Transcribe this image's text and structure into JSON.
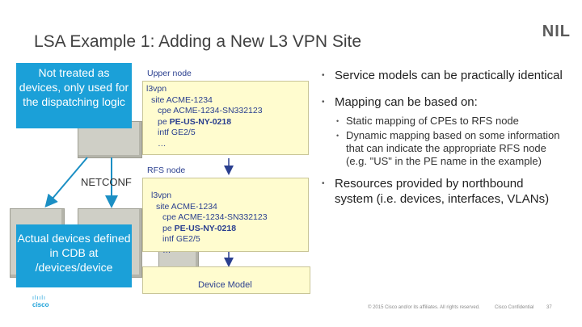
{
  "slide": {
    "title": "LSA Example 1: Adding a New L3 VPN Site",
    "logo": "NIL",
    "callout_top": "Not treated as devices, only used for the dispatching logic",
    "netconf_label": "NETCONF",
    "callout_bottom": "Actual devices defined in CDB at /devices/device",
    "upper_node": {
      "label": "Upper node",
      "lines": [
        "l3vpn",
        "site ACME-1234",
        "cpe ACME-1234-SN332123",
        "pe ",
        "PE-US-NY-0218",
        "intf GE2/5",
        "…"
      ]
    },
    "rfs_node": {
      "label": "RFS node",
      "lines": [
        "l3vpn",
        "site ACME-1234",
        "cpe ACME-1234-SN332123",
        "pe ",
        "PE-US-NY-0218",
        "intf GE2/5",
        "…"
      ]
    },
    "device_model_label": "Device Model",
    "bullets": {
      "b1": "Service models can be practically identical",
      "b2": "Mapping can be based on:",
      "b2_sub1": "Static mapping of CPEs to RFS node",
      "b2_sub2": "Dynamic mapping based on some information that can indicate the appropriate RFS node (e.g. \"US\" in the PE name in the example)",
      "b3": "Resources provided by northbound system (i.e. devices, interfaces, VLANs)"
    },
    "footer": {
      "cisco": "cisco",
      "copyright": "© 2015 Cisco and/or its affiliates. All rights reserved.",
      "confidential": "Cisco Confidential",
      "page": "37"
    },
    "colors": {
      "callout": "#1ba0d8",
      "code_text": "#2a3f8f",
      "note_bg": "#fffccf",
      "arrow": "#2a3f8f"
    }
  }
}
